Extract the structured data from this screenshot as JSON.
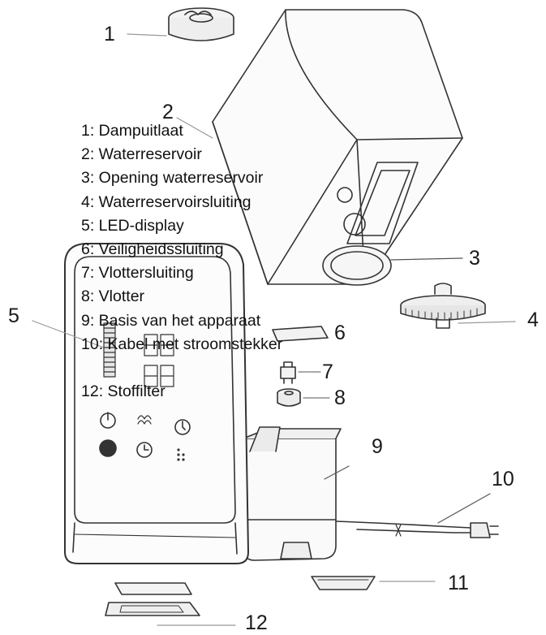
{
  "callouts": {
    "c1": "1",
    "c2": "2",
    "c3": "3",
    "c4": "4",
    "c5": "5",
    "c6": "6",
    "c7": "7",
    "c8": "8",
    "c9": "9",
    "c10": "10",
    "c11": "11",
    "c12": "12"
  },
  "legend": {
    "items": [
      "1: Dampuitlaat",
      "2: Waterreservoir",
      "3: Opening waterreservoir",
      "4: Waterreservoirsluiting",
      "5: LED-display",
      "6: Veiligheidssluiting",
      "7: Vlottersluiting",
      "8: Vlotter",
      "9: Basis van het apparaat",
      "10: Kabel met stroomstekker",
      "",
      "12: Stoffilter"
    ]
  },
  "icons": [
    "power-icon",
    "mist-icon",
    "timer-icon",
    "night-mode-icon",
    "clock-icon",
    "dots-icon"
  ],
  "colors": {
    "line": "#333333",
    "text": "#111111"
  }
}
